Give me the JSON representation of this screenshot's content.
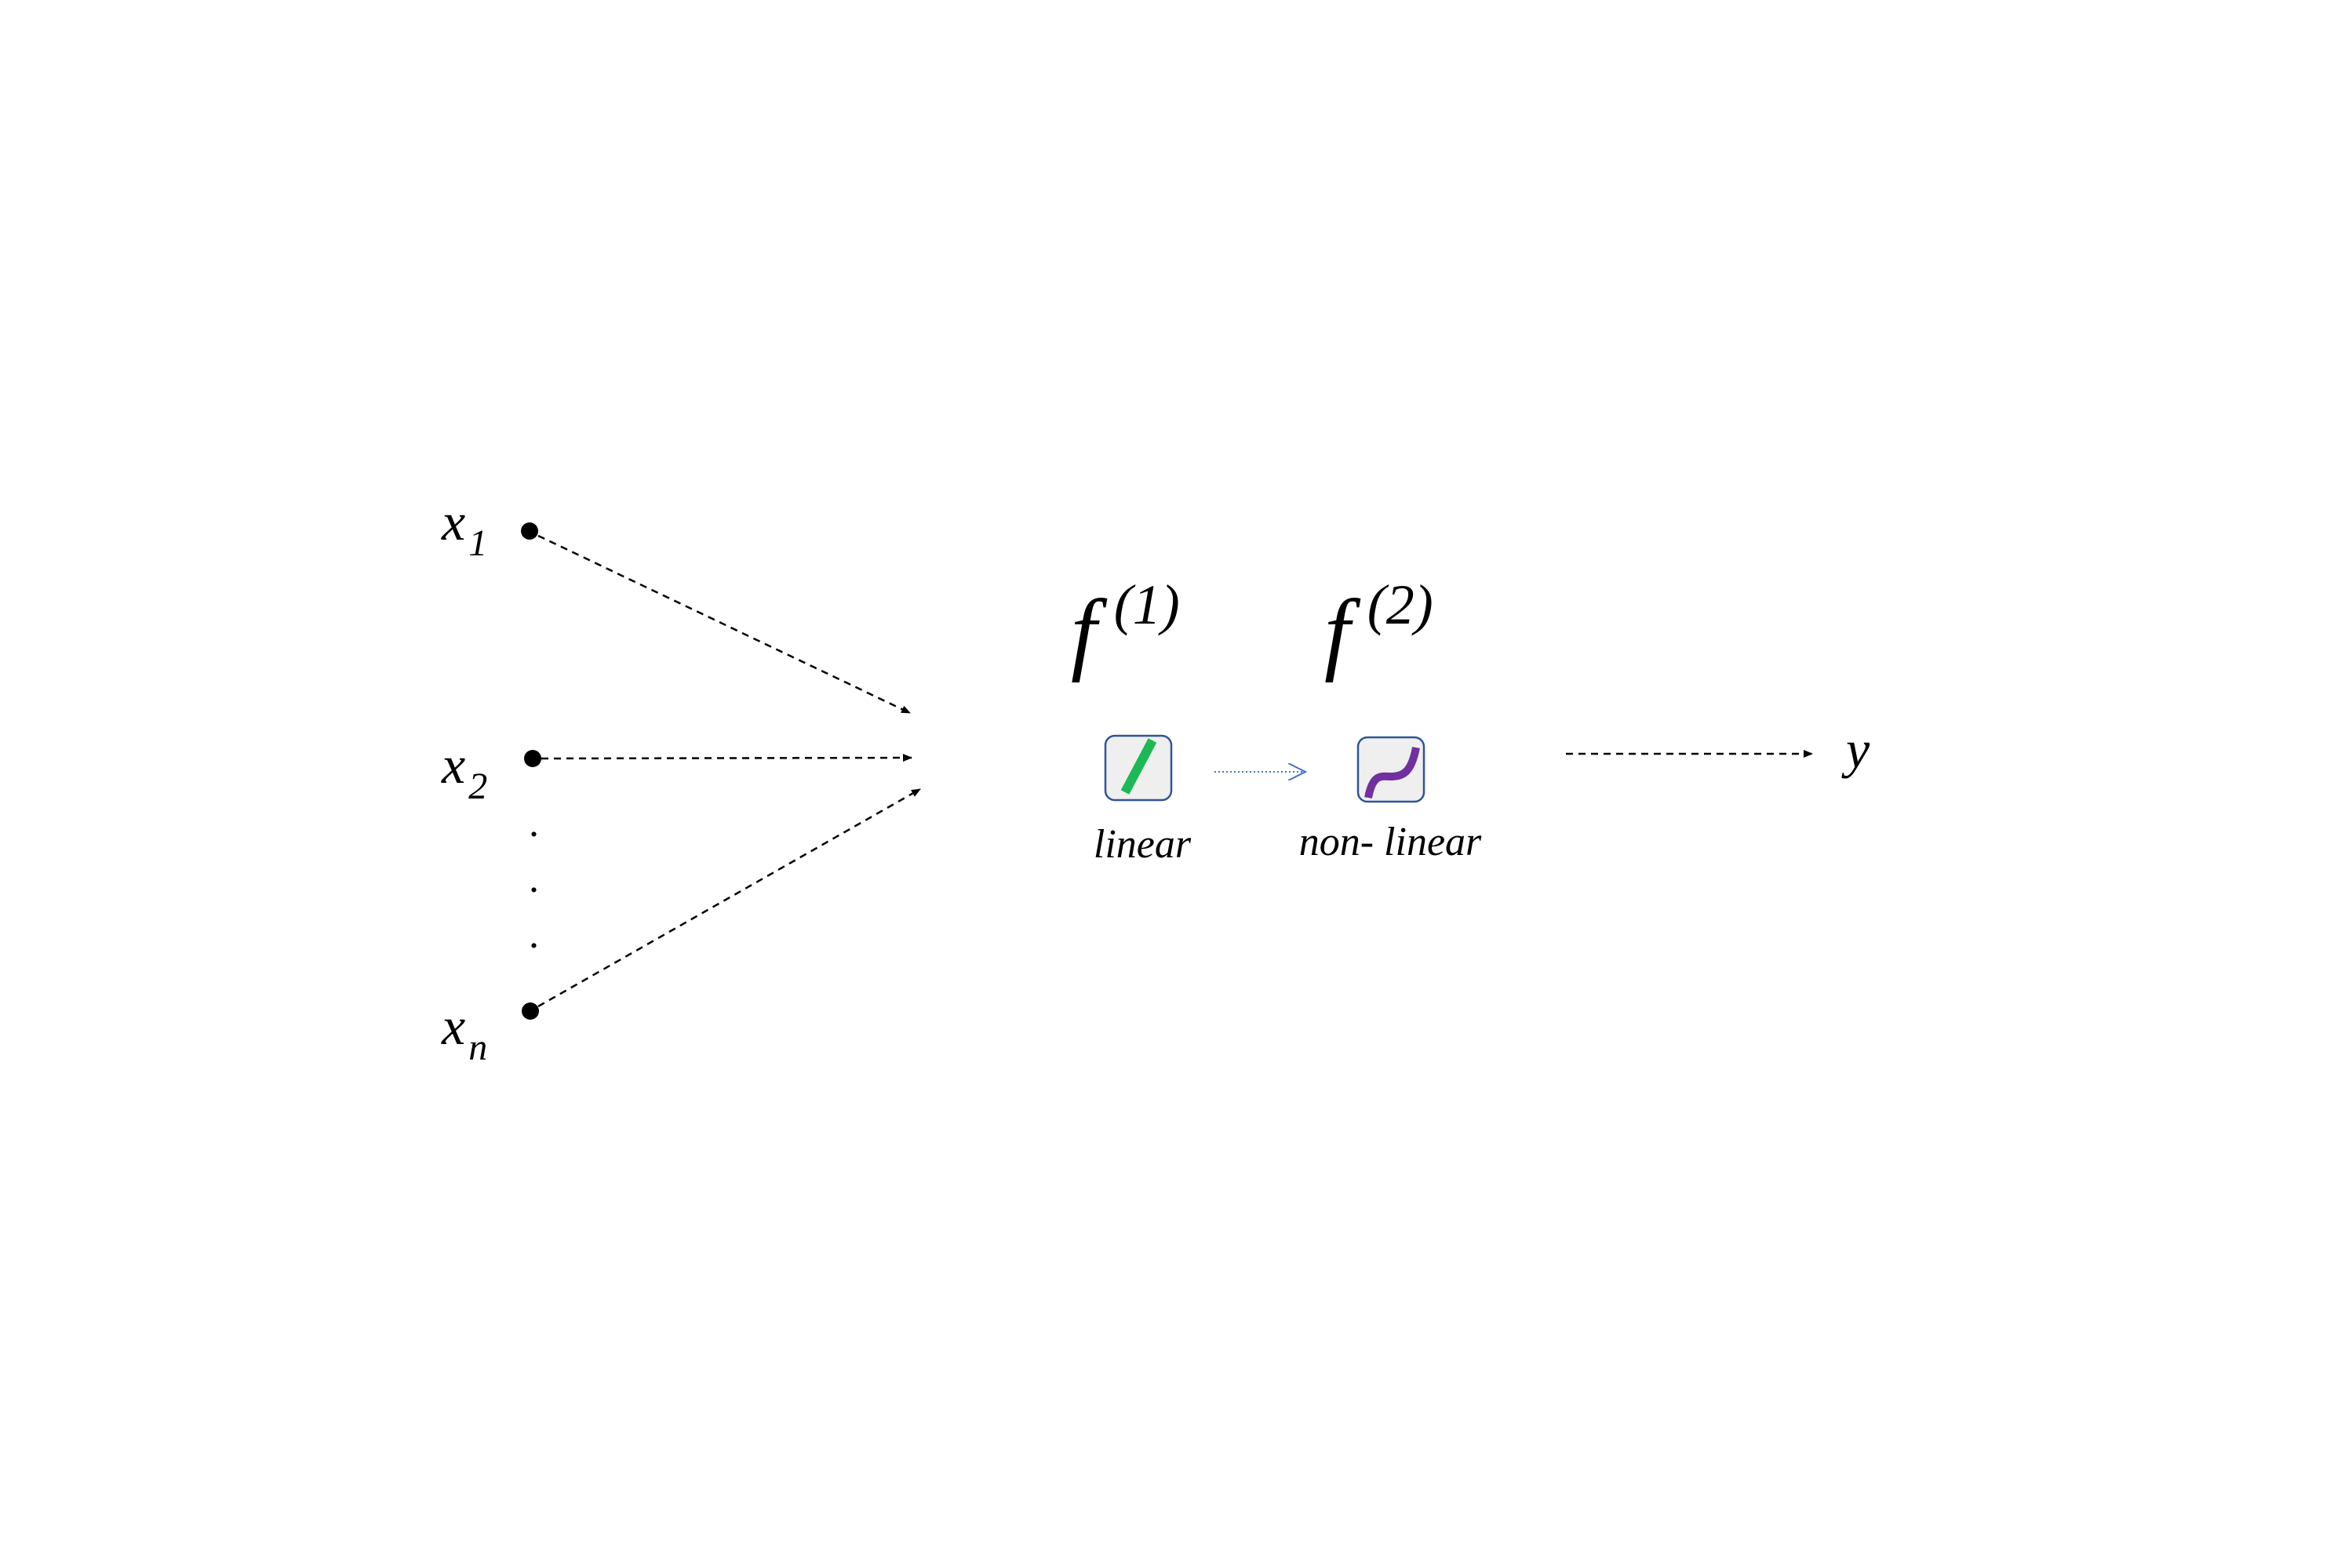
{
  "inputs": [
    {
      "symbol": "x",
      "subscript": "1"
    },
    {
      "symbol": "x",
      "subscript": "2"
    },
    {
      "symbol": "x",
      "subscript": "n"
    }
  ],
  "ellipsis": [
    ".",
    ".",
    "."
  ],
  "functions": [
    {
      "symbol": "f",
      "superscript": "(1)",
      "caption": "linear",
      "icon": "linear-line-icon",
      "color": "#1db954"
    },
    {
      "symbol": "f",
      "superscript": "(2)",
      "caption": "non- linear",
      "icon": "sigmoid-curve-icon",
      "color": "#7030a0"
    }
  ],
  "output": {
    "symbol": "y"
  },
  "colors": {
    "arrow": "#000000",
    "connector": "#4472c4",
    "icon_border": "#2f5597",
    "icon_fill": "#efefef"
  }
}
